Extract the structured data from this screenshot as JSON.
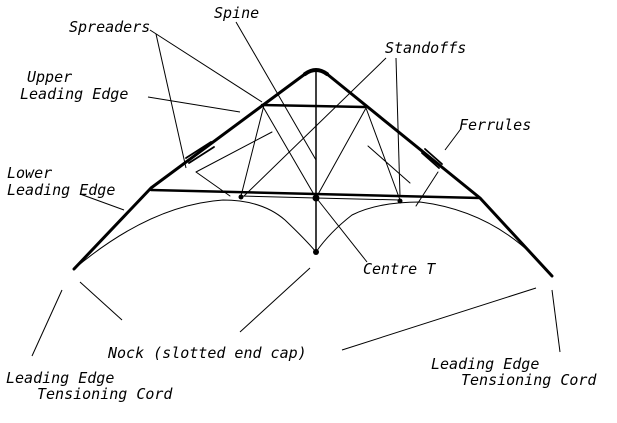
{
  "labels": {
    "spreaders": "Spreaders",
    "spine": "Spine",
    "standoffs": "Standoffs",
    "upper_leading_edge": [
      "Upper",
      "Leading Edge"
    ],
    "ferrules": "Ferrules",
    "lower_leading_edge": [
      "Lower",
      "Leading Edge"
    ],
    "centre_t": "Centre T",
    "nock": "Nock (slotted end cap)",
    "tensioning_cord_left": [
      "Leading Edge",
      "Tensioning Cord"
    ],
    "tensioning_cord_right": [
      "Leading Edge",
      "Tensioning Cord"
    ]
  },
  "colors": {
    "ink": "#000000",
    "background": "#ffffff"
  }
}
